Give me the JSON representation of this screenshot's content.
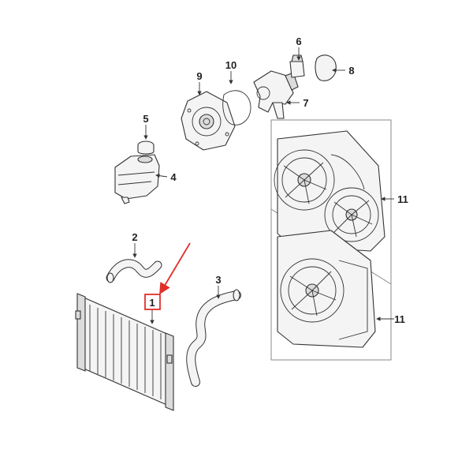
{
  "callouts": {
    "c1": "1",
    "c2": "2",
    "c3": "3",
    "c4": "4",
    "c5": "5",
    "c6": "6",
    "c7": "7",
    "c8": "8",
    "c9": "9",
    "c10": "10",
    "c11a": "11",
    "c11b": "11"
  },
  "colors": {
    "highlight": "#e0302a",
    "line": "#333333",
    "panel_border": "#888888"
  }
}
